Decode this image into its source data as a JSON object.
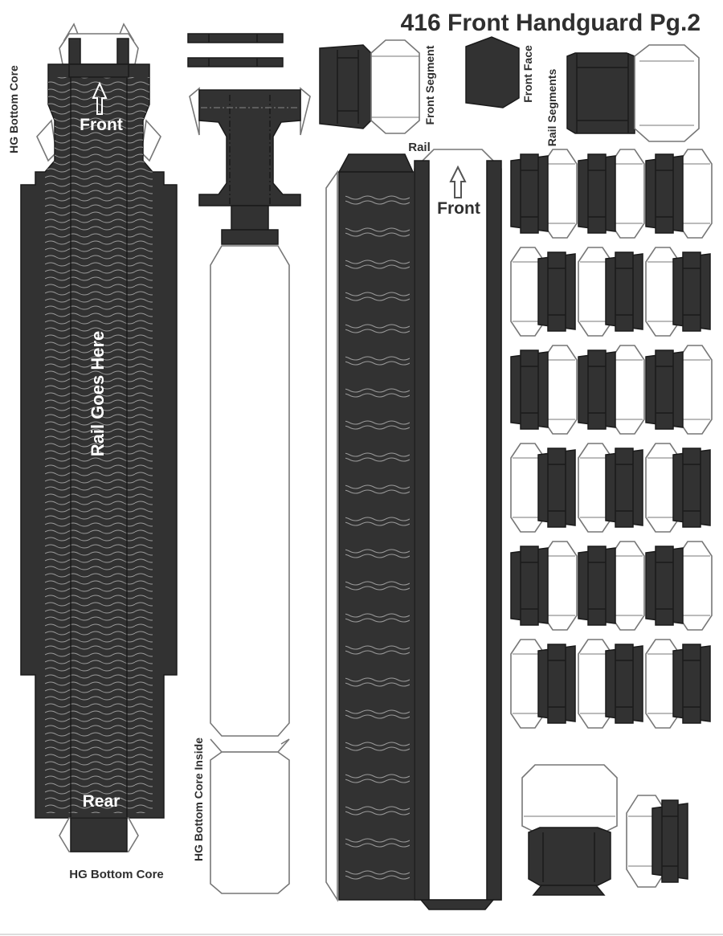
{
  "title": "416 Front Handguard Pg.2",
  "labels": {
    "hg_bottom_core_side": "HG Bottom Core",
    "hg_bottom_core_bottom": "HG Bottom Core",
    "hg_bottom_core_inside": "HG Bottom Core Inside",
    "front_core": "Front",
    "rear_core": "Rear",
    "rail_goes_here": "Rail Goes Here",
    "front_segment": "Front Segment",
    "front_face": "Front Face",
    "rail_segments": "Rail Segments",
    "rail": "Rail",
    "front_rail": "Front"
  },
  "colors": {
    "dark_fill": "#323232",
    "outline": "#777777",
    "wave": "#9a9a9a",
    "text": "#2f2f2f"
  },
  "icons": [
    "up-arrow-icon"
  ],
  "segment_grid": {
    "columns": 3,
    "rows": [
      {
        "orientation": "dark-left"
      },
      {
        "orientation": "dark-right"
      },
      {
        "orientation": "dark-left"
      },
      {
        "orientation": "dark-right"
      },
      {
        "orientation": "dark-left"
      },
      {
        "orientation": "dark-right"
      }
    ]
  }
}
